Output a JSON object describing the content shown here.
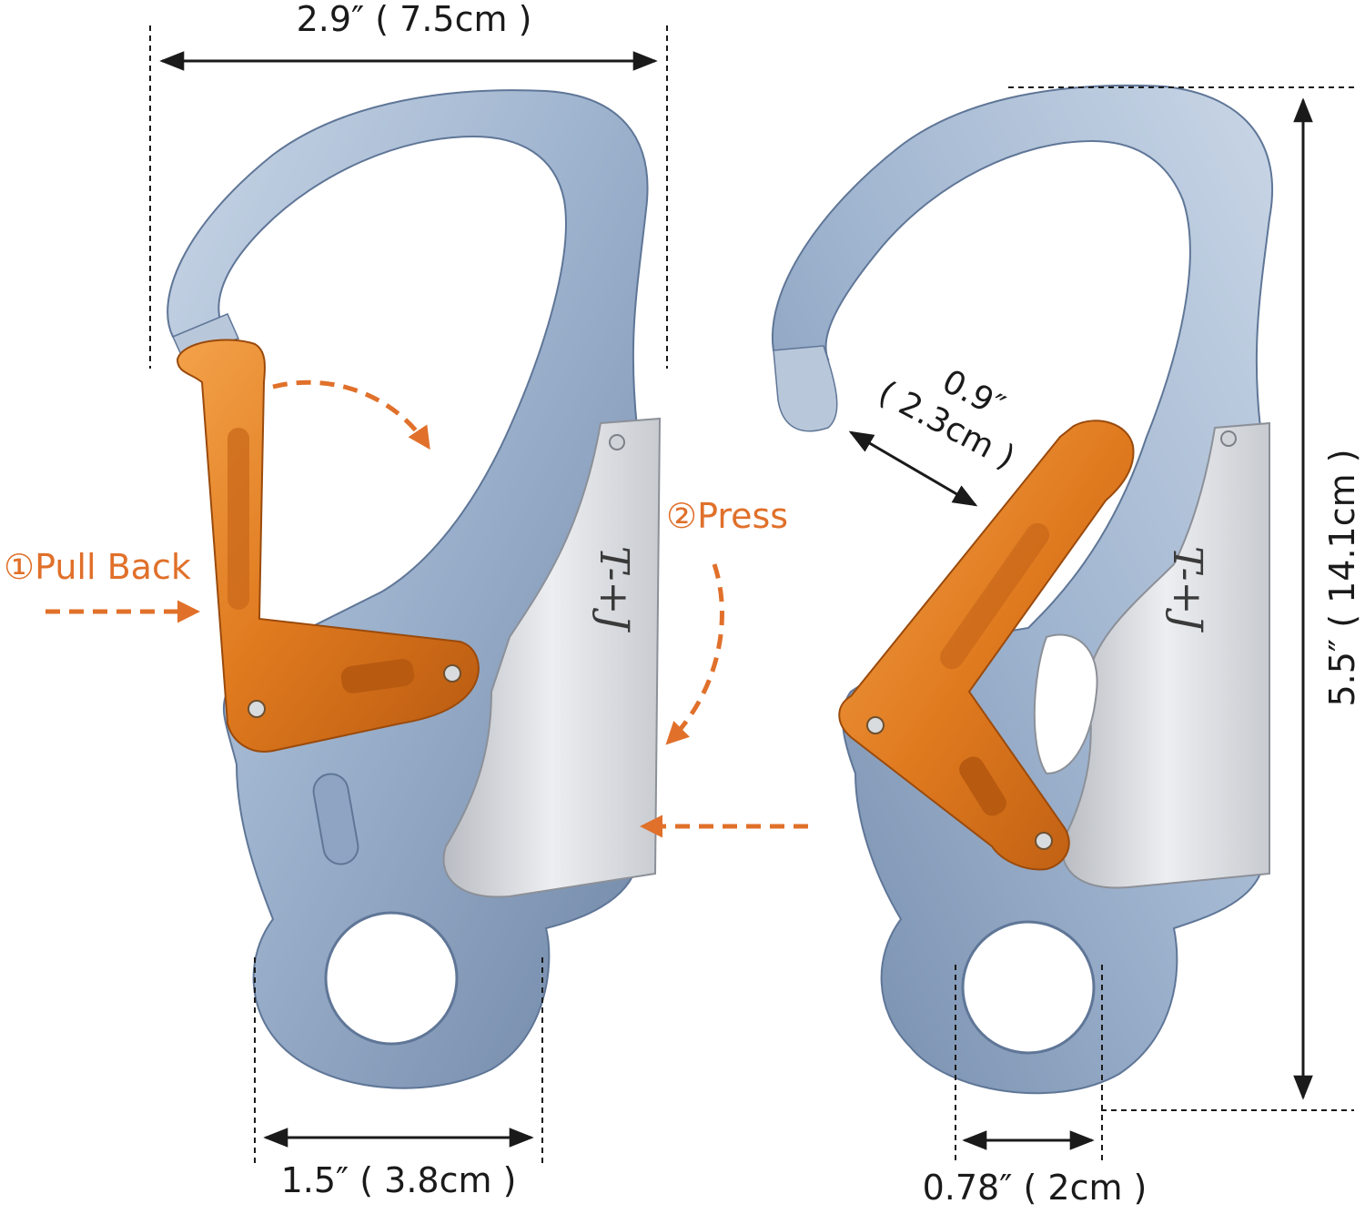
{
  "dimensions": {
    "width_top": "2.9″ ( 7.5cm )",
    "eye_width": "1.5″ ( 3.8cm )",
    "gate_opening_in": "0.9″",
    "gate_opening_cm": "( 2.3cm )",
    "height": "5.5″ ( 14.1cm )",
    "eye_inner": "0.78″ ( 2cm )"
  },
  "steps": {
    "step1": "①Pull Back",
    "step2": "②Press"
  },
  "brand": {
    "mark": "T-+J"
  },
  "colors": {
    "gate_orange": "#e07a1f",
    "arrow_orange": "#e0702a",
    "body_blue": "#9fb4cf",
    "plate_silver": "#d8dade",
    "dimension_line": "#1a1a1a"
  },
  "icons": {
    "step_arrow": "curved-dashed-arrow-icon",
    "push_arrow": "dashed-arrow-icon",
    "dimension": "double-headed-arrow-icon"
  }
}
